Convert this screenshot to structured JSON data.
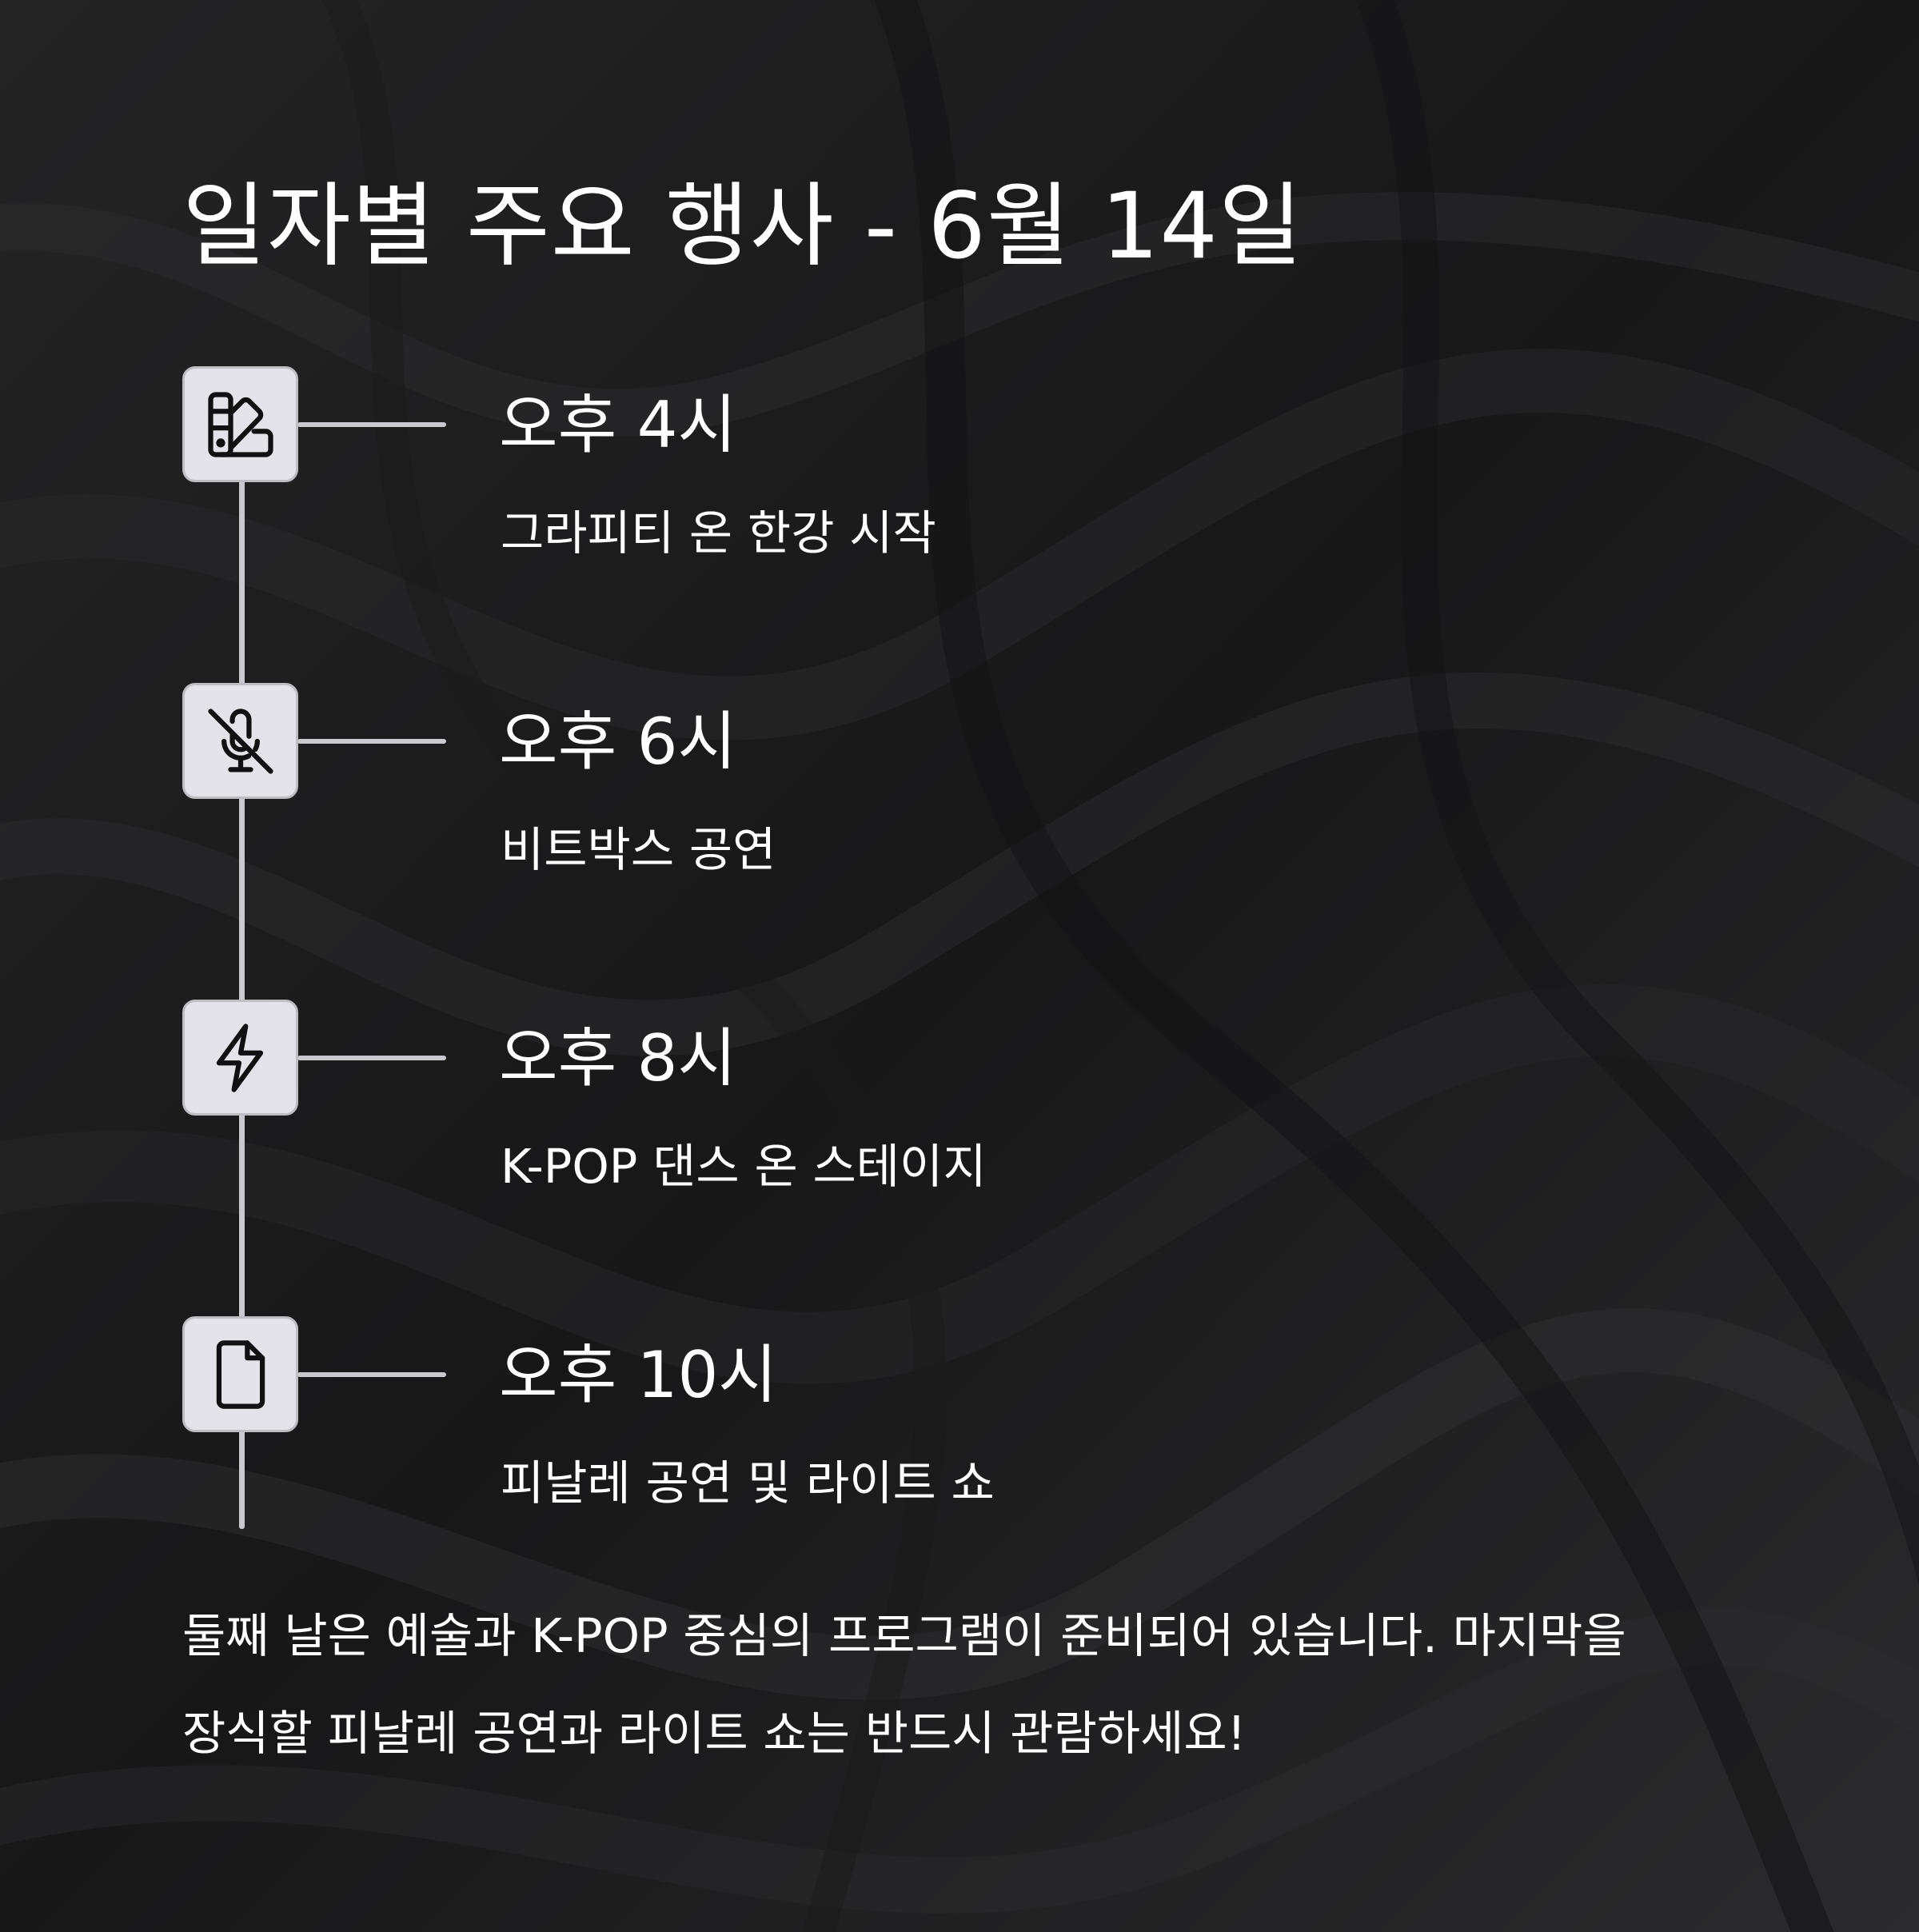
{
  "header": {
    "title": "일자별 주요 행사 - 6월 14일"
  },
  "timeline": {
    "events": [
      {
        "time": "오후 4시",
        "description": "그라피티 온 한강 시작",
        "icon": "swatchbook-icon"
      },
      {
        "time": "오후 6시",
        "description": "비트박스 공연",
        "icon": "microphone-off-icon"
      },
      {
        "time": "오후 8시",
        "description": "K-POP 댄스 온 스테이지",
        "icon": "lightning-icon"
      },
      {
        "time": "오후 10시",
        "description": "피날레 공연 및 라이트 쇼",
        "icon": "file-icon"
      }
    ]
  },
  "footer": {
    "line1": "둘째 날은 예술과 K-POP 중심의 프로그램이 준비되어 있습니다. 마지막을",
    "line2": "장식할 피날레 공연과 라이트 쇼는 반드시 관람하세요!"
  },
  "colors": {
    "background": "#1c1c1d",
    "text": "#ffffff",
    "icon_box": "#e3e3e9",
    "connector": "#c9c9cf"
  }
}
